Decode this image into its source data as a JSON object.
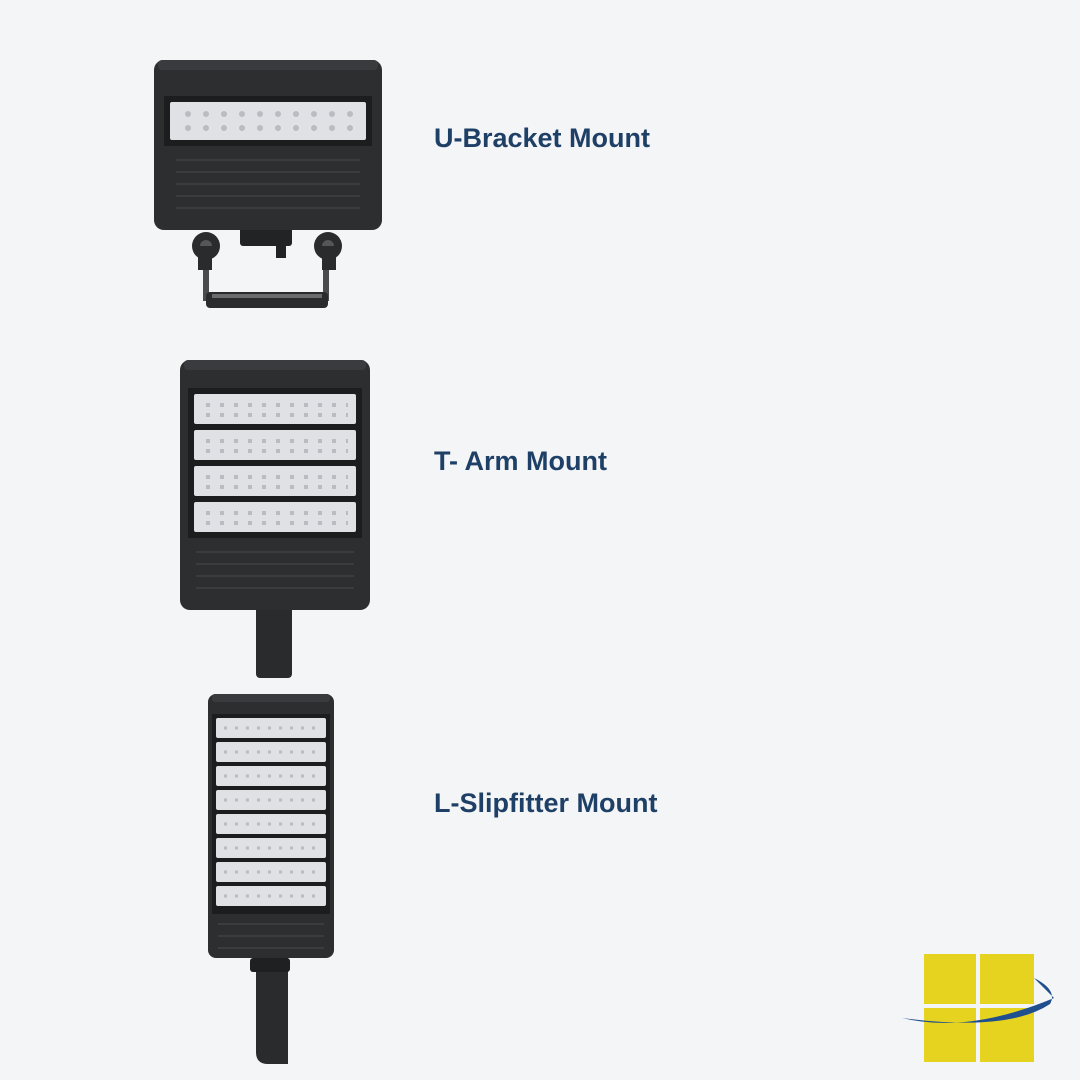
{
  "mounts": [
    {
      "label": "U-Bracket Mount",
      "led_modules": 1
    },
    {
      "label": "T- Arm Mount",
      "led_modules": 4
    },
    {
      "label": "L-Slipfitter Mount",
      "led_modules": 8
    }
  ],
  "colors": {
    "background": "#f4f5f7",
    "label_text": "#1f4066",
    "housing": "#2d2e30",
    "housing_dark": "#232426",
    "led_module": "#dfe1e4",
    "led_chip": "#b9bcc1",
    "logo_yellow": "#e5d31f",
    "logo_swoosh": "#1f4f8f"
  },
  "icons": {
    "logo": "window-grid-swoosh-logo"
  }
}
